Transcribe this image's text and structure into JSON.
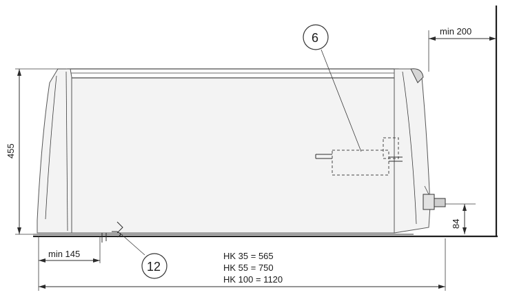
{
  "dimensions": {
    "top_clearance": "min 200",
    "height": "455",
    "side_clearance": "min 145",
    "connection_height": "84"
  },
  "callouts": {
    "part_a": "6",
    "part_b": "12"
  },
  "length_table": [
    "HK   35 = 565",
    "HK   55 = 750",
    "HK 100 = 1120"
  ]
}
